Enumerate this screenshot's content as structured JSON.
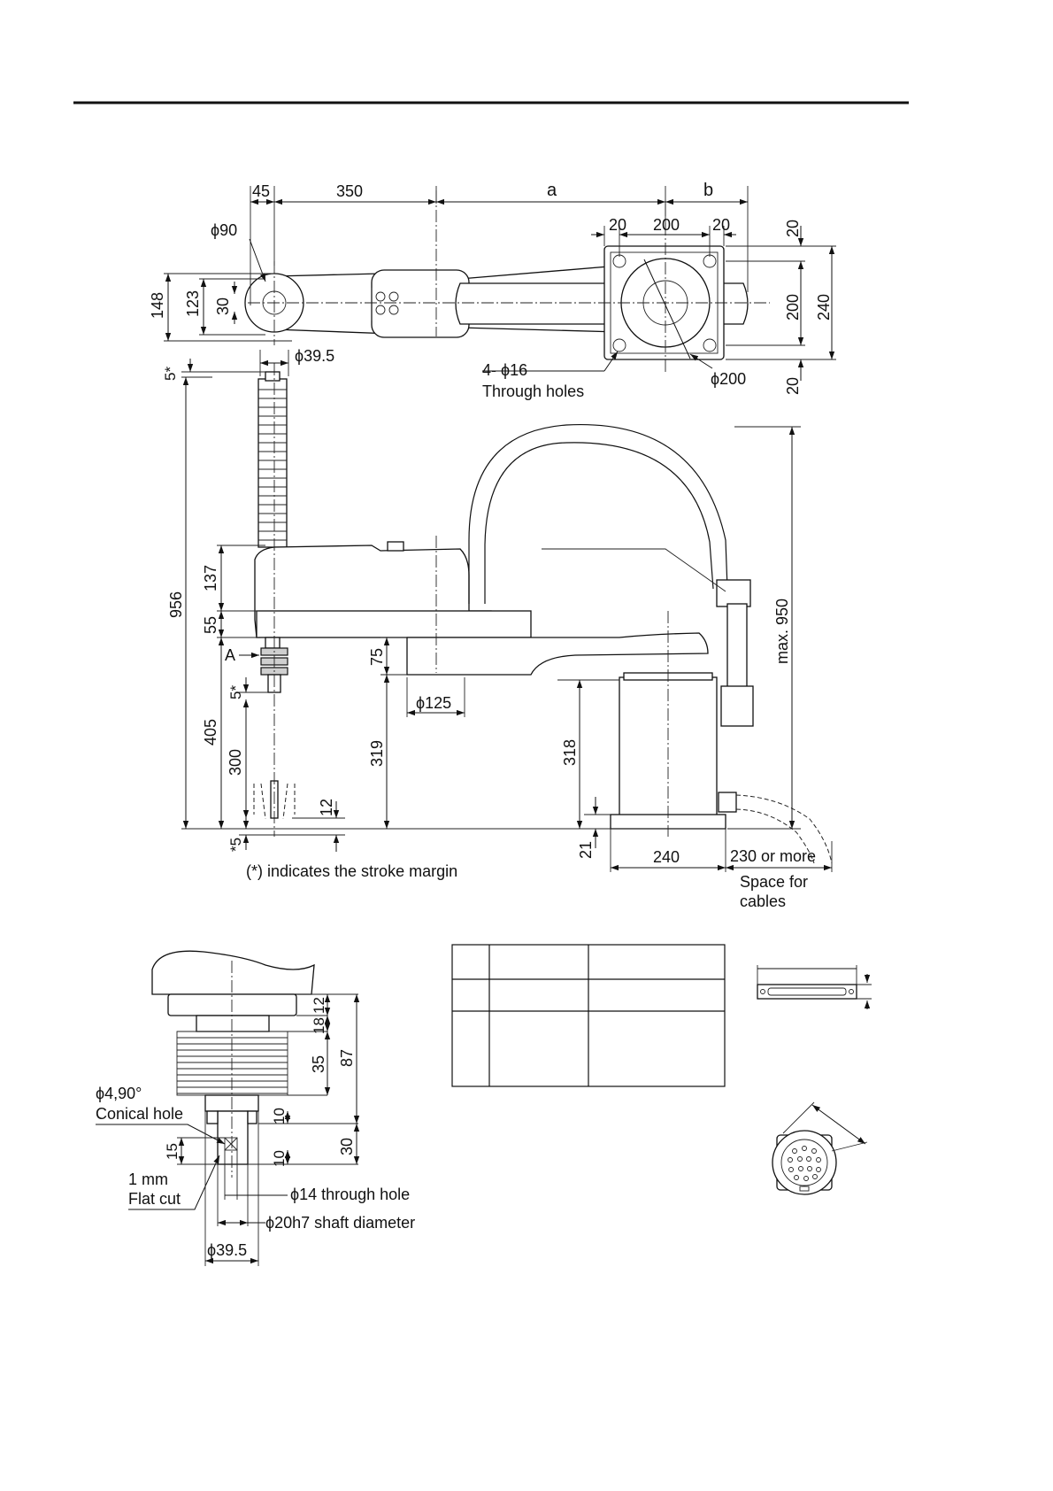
{
  "top_view": {
    "dims": {
      "d45": "45",
      "d350": "350",
      "da": "a",
      "db": "b",
      "d20a": "20",
      "d200a": "200",
      "d20b": "20",
      "phi90": "ϕ90",
      "d148": "148",
      "d123": "123",
      "d30": "30",
      "d20c": "20",
      "d200b": "200",
      "d240": "240",
      "d20d": "20",
      "phi200": "ϕ200"
    },
    "holes_label": "4- ϕ16",
    "holes_sub": "Through holes"
  },
  "side_view": {
    "dims": {
      "phi39": "ϕ39.5",
      "d5a": "5*",
      "d956": "956",
      "d137": "137",
      "d55": "55",
      "labelA": "A",
      "d75": "75",
      "d5b": "5*",
      "d405": "405",
      "d300": "300",
      "phi125": "ϕ125",
      "d319": "319",
      "d318": "318",
      "d12": "12",
      "d5c": "*5",
      "d21": "21",
      "d240": "240",
      "d230": "230 or more",
      "max950": "max. 950"
    },
    "stroke_note": "(*) indicates the stroke margin",
    "cables_note_1": "Space for",
    "cables_note_2": "cables"
  },
  "detail_a": {
    "dims": {
      "d12": "12",
      "d18": "18",
      "d35": "35",
      "d87": "87",
      "d10a": "10",
      "d15": "15",
      "d30": "30",
      "d10b": "10"
    },
    "conical_1": "ϕ4,90°",
    "conical_2": "Conical hole",
    "flat_1": "1 mm",
    "flat_2": "Flat cut",
    "through_hole": "ϕ14 through hole",
    "shaft": "ϕ20h7 shaft diameter",
    "phi39": "ϕ39.5"
  }
}
